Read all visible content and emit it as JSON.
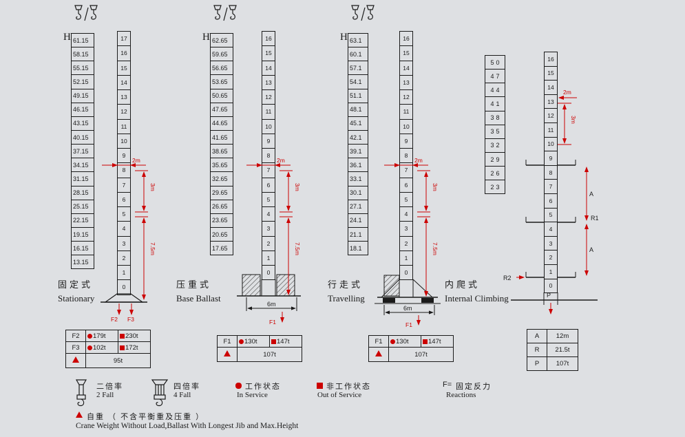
{
  "colors": {
    "background": "#dee0e3",
    "ink": "#1a1a1a",
    "red": "#cc0000"
  },
  "towers": {
    "stationary": {
      "h_label": "H",
      "heights": [
        "61.15",
        "58.15",
        "55.15",
        "52.15",
        "49.15",
        "46.15",
        "43.15",
        "40.15",
        "37.15",
        "34.15",
        "31.15",
        "28.15",
        "25.15",
        "22.15",
        "19.15",
        "16.15",
        "13.15"
      ],
      "segments": [
        "17",
        "16",
        "15",
        "14",
        "13",
        "12",
        "11",
        "10",
        "9",
        "8",
        "7",
        "6",
        "5",
        "4",
        "3",
        "2",
        "1",
        "0"
      ],
      "dims": {
        "width": "2m",
        "segment": "3m",
        "base": "7.5m"
      },
      "forces": {
        "f2": "F2",
        "f3": "F3"
      },
      "title_cn": "固定式",
      "title_en": "Stationary"
    },
    "ballast": {
      "h_label": "H",
      "heights": [
        "62.65",
        "59.65",
        "56.65",
        "53.65",
        "50.65",
        "47.65",
        "44.65",
        "41.65",
        "38.65",
        "35.65",
        "32.65",
        "29.65",
        "26.65",
        "23.65",
        "20.65",
        "17.65"
      ],
      "segments": [
        "16",
        "15",
        "14",
        "13",
        "12",
        "11",
        "10",
        "9",
        "8",
        "7",
        "6",
        "5",
        "4",
        "3",
        "2",
        "1",
        "0"
      ],
      "dims": {
        "width": "2m",
        "segment": "3m",
        "base": "7.5m",
        "track": "6m"
      },
      "forces": {
        "f1": "F1"
      },
      "title_cn": "压重式",
      "title_en": "Base Ballast"
    },
    "travelling": {
      "h_label": "H",
      "heights": [
        "63.1",
        "60.1",
        "57.1",
        "54.1",
        "51.1",
        "48.1",
        "45.1",
        "42.1",
        "39.1",
        "36.1",
        "33.1",
        "30.1",
        "27.1",
        "24.1",
        "21.1",
        "18.1"
      ],
      "segments": [
        "16",
        "15",
        "14",
        "13",
        "12",
        "11",
        "10",
        "9",
        "8",
        "7",
        "6",
        "5",
        "4",
        "3",
        "2",
        "1",
        "0"
      ],
      "dims": {
        "width": "2m",
        "segment": "3m",
        "base": "7.5m",
        "track": "6m"
      },
      "forces": {
        "f1": "F1"
      },
      "title_cn": "行走式",
      "title_en": "Travelling"
    },
    "climbing": {
      "heights": [
        "50",
        "47",
        "44",
        "41",
        "38",
        "35",
        "32",
        "29",
        "26",
        "23"
      ],
      "segments": [
        "16",
        "15",
        "14",
        "13",
        "12",
        "11",
        "10",
        "9",
        "8",
        "7",
        "6",
        "5",
        "4",
        "3",
        "2",
        "1",
        "0"
      ],
      "dims": {
        "width": "2m",
        "segment": "3m"
      },
      "labels": {
        "a_upper": "A",
        "r1": "R1",
        "a_lower": "A",
        "r2": "R2",
        "p": "P"
      },
      "title_cn": "内爬式",
      "title_en": "Internal Climbing"
    }
  },
  "tables": {
    "stationary": {
      "rows": [
        {
          "label": "F2",
          "in_service": "179t",
          "out_service": "230t"
        },
        {
          "label": "F3",
          "in_service": "102t",
          "out_service": "172t"
        }
      ],
      "weight": "95t"
    },
    "ballast": {
      "rows": [
        {
          "label": "F1",
          "in_service": "130t",
          "out_service": "147t"
        }
      ],
      "weight": "107t"
    },
    "travelling": {
      "rows": [
        {
          "label": "F1",
          "in_service": "130t",
          "out_service": "147t"
        }
      ],
      "weight": "107t"
    },
    "climbing": {
      "rows": [
        {
          "label": "A",
          "value": "12m"
        },
        {
          "label": "R",
          "value": "21.5t"
        },
        {
          "label": "P",
          "value": "107t"
        }
      ]
    }
  },
  "legend": {
    "fall2": {
      "cn": "二倍率",
      "en": "2 Fall"
    },
    "fall4": {
      "cn": "四倍率",
      "en": "4 Fall"
    },
    "in_service": {
      "cn": "工作状态",
      "en": "In Service"
    },
    "out_service": {
      "cn": "非工作状态",
      "en": "Out of Service"
    },
    "reactions": {
      "prefix": "F=",
      "cn": "固定反力",
      "en": "Reactions"
    }
  },
  "note": {
    "cn": "自重 （ 不含平衡重及压重 ）",
    "en": "Crane Weight Without Load,Ballast With Longest Jib and Max.Height"
  }
}
